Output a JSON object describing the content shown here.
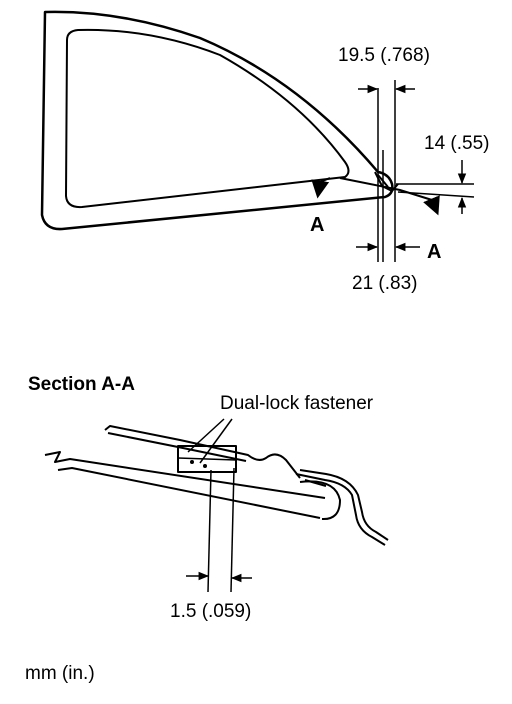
{
  "top_view": {
    "dim_top": "19.5 (.768)",
    "dim_right": "14 (.55)",
    "dim_bottom": "21 (.83)",
    "section_mark_left": "A",
    "section_mark_right": "A"
  },
  "section_view": {
    "title": "Section  A-A",
    "callout": "Dual-lock fastener",
    "dim": "1.5 (.059)"
  },
  "units_note": "mm (in.)",
  "colors": {
    "ink": "#000000",
    "paper": "#ffffff"
  }
}
